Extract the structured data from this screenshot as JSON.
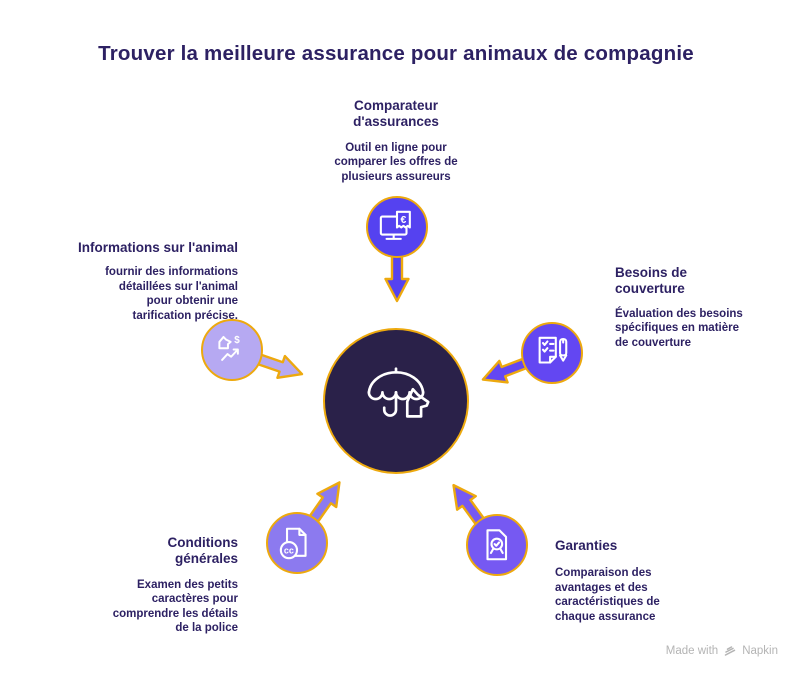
{
  "title": "Trouver la meilleure assurance pour animaux de compagnie",
  "colors": {
    "title_text": "#2D2163",
    "body_text": "#2D2163",
    "gold_outline": "#EDA90E",
    "center_fill": "#2A2149",
    "node_top": "#5542F0",
    "node_right": "#6347F2",
    "node_left": "#B6A9F2",
    "node_bottom_left": "#8C7AEF",
    "node_bottom_right": "#7659F2",
    "footer_text": "#B4B4B4"
  },
  "center": {
    "icon": "umbrella-dog-icon"
  },
  "nodes": {
    "top": {
      "heading": "Comparateur d'assurances",
      "description": "Outil en ligne pour comparer les offres de plusieurs assureurs",
      "icon": "monitor-euro-receipt-icon"
    },
    "right": {
      "heading": "Besoins de couverture",
      "description": "Évaluation des besoins spécifiques en matière de couverture",
      "icon": "checklist-pen-icon"
    },
    "left": {
      "heading": "Informations sur l'animal",
      "description": "fournir des informations détaillées sur l'animal pour obtenir une tarification précise.",
      "icon": "dog-price-trend-icon"
    },
    "bottom_left": {
      "heading": "Conditions générales",
      "description": "Examen des petits caractères pour comprendre les détails de la police",
      "icon": "document-cc-icon"
    },
    "bottom_right": {
      "heading": "Garanties",
      "description": "Comparaison des avantages et des caractéristiques de chaque assurance",
      "icon": "certificate-document-icon"
    }
  },
  "footer": {
    "made_with": "Made with",
    "brand": "Napkin"
  }
}
